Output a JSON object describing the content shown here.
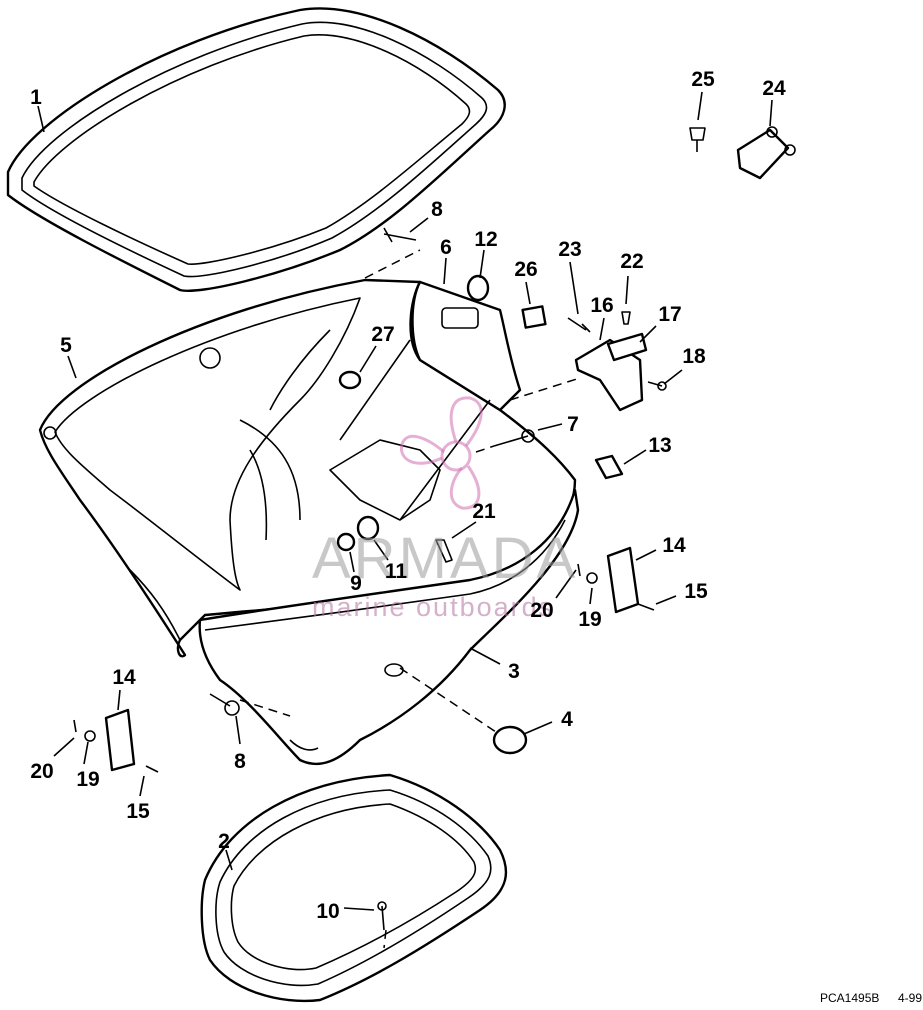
{
  "callouts": [
    "1",
    "2",
    "3",
    "4",
    "5",
    "6",
    "7",
    "8",
    "8",
    "9",
    "10",
    "11",
    "12",
    "13",
    "14",
    "14",
    "15",
    "15",
    "16",
    "17",
    "18",
    "19",
    "19",
    "20",
    "20",
    "21",
    "22",
    "23",
    "24",
    "25",
    "26",
    "27"
  ],
  "watermark": {
    "brand": "ARMADA",
    "tagline": "marine outboards",
    "color": "#d070b0"
  },
  "footer": {
    "code": "PCA1495B",
    "date": "4-99"
  }
}
